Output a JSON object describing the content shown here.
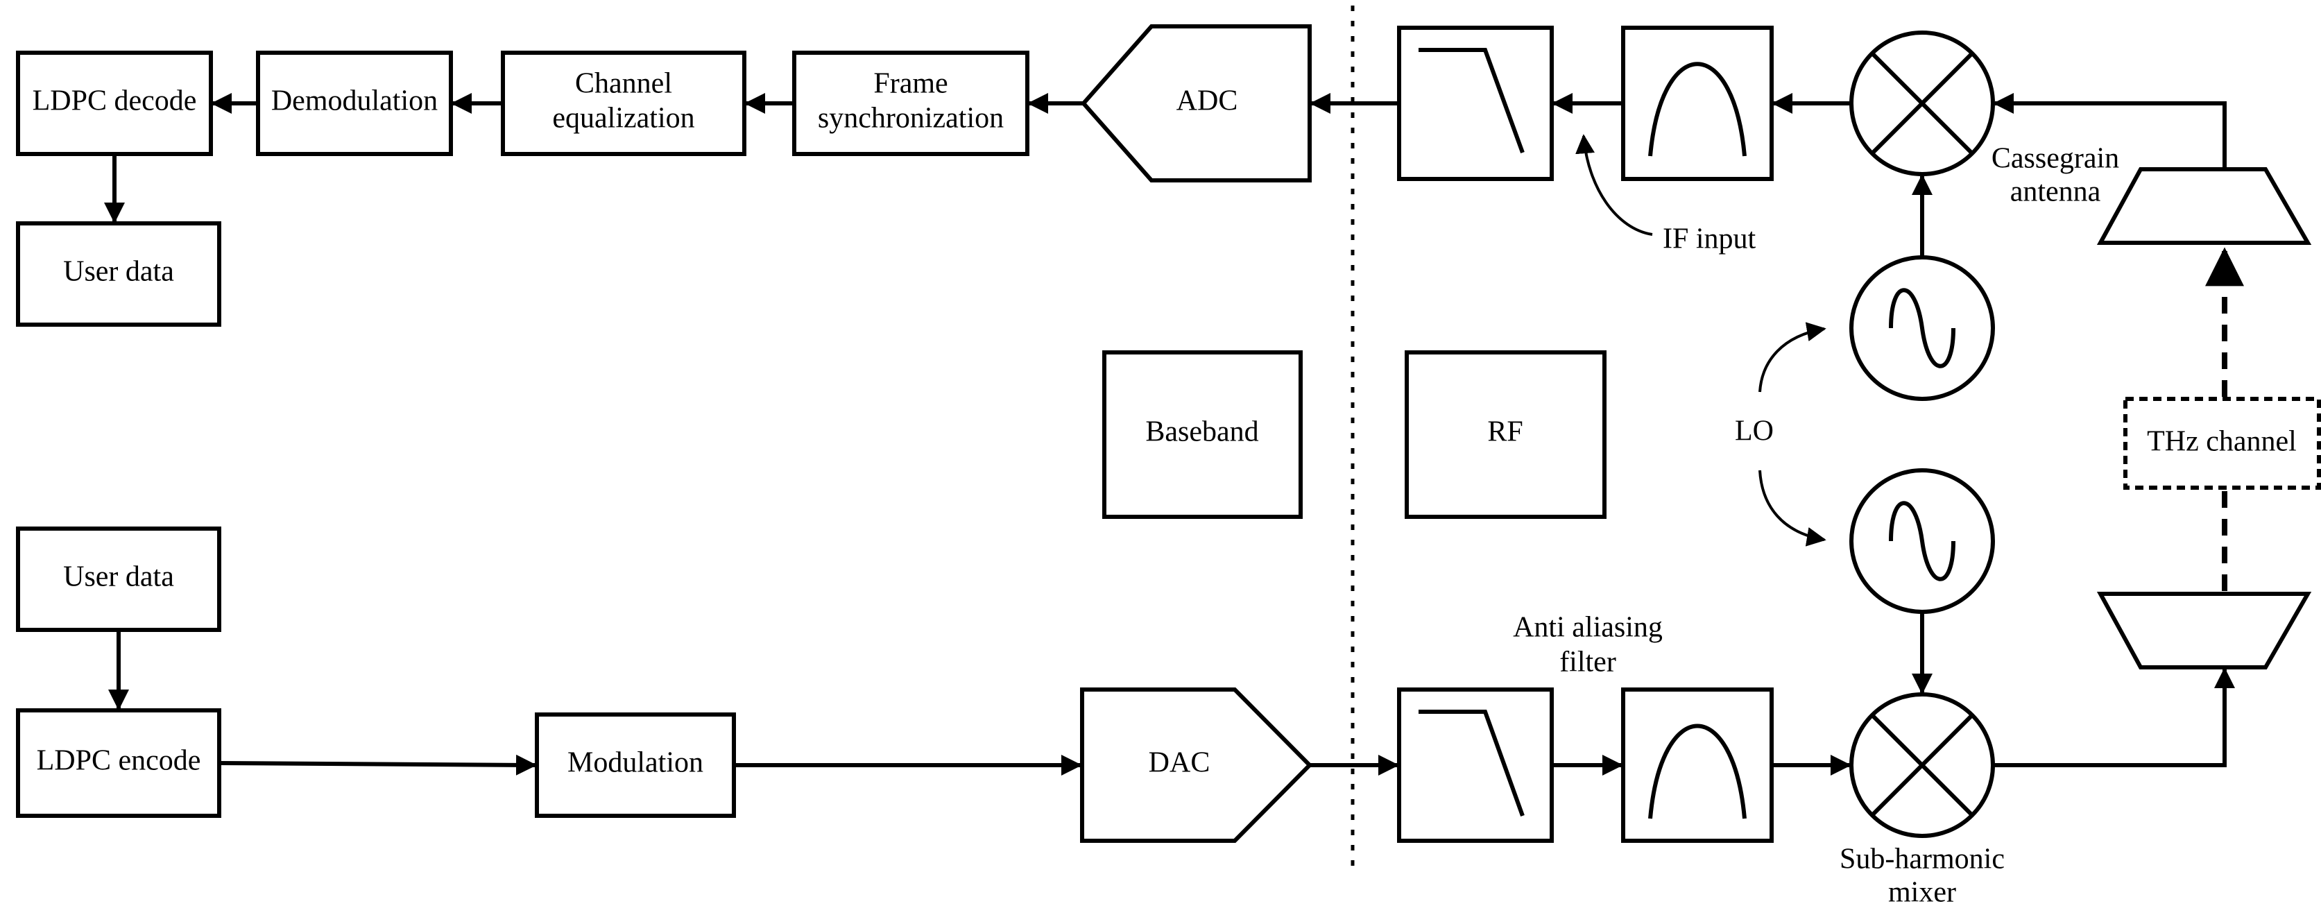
{
  "receiver": {
    "ldpc_decode": "LDPC decode",
    "demodulation": "Demodulation",
    "channel_equalization": [
      "Channel",
      "equalization"
    ],
    "frame_synchronization": [
      "Frame",
      "synchronization"
    ],
    "adc": "ADC",
    "user_data": "User data",
    "if_input": "IF input",
    "cassegrain_antenna": [
      "Cassegrain",
      "antenna"
    ]
  },
  "transmitter": {
    "user_data": "User data",
    "ldpc_encode": "LDPC encode",
    "modulation": "Modulation",
    "dac": "DAC",
    "anti_aliasing_filter": [
      "Anti aliasing",
      "filter"
    ],
    "sub_harmonic_mixer": [
      "Sub-harmonic",
      "mixer"
    ]
  },
  "sections": {
    "baseband": "Baseband",
    "rf": "RF"
  },
  "lo": "LO",
  "thz_channel": "THz channel"
}
